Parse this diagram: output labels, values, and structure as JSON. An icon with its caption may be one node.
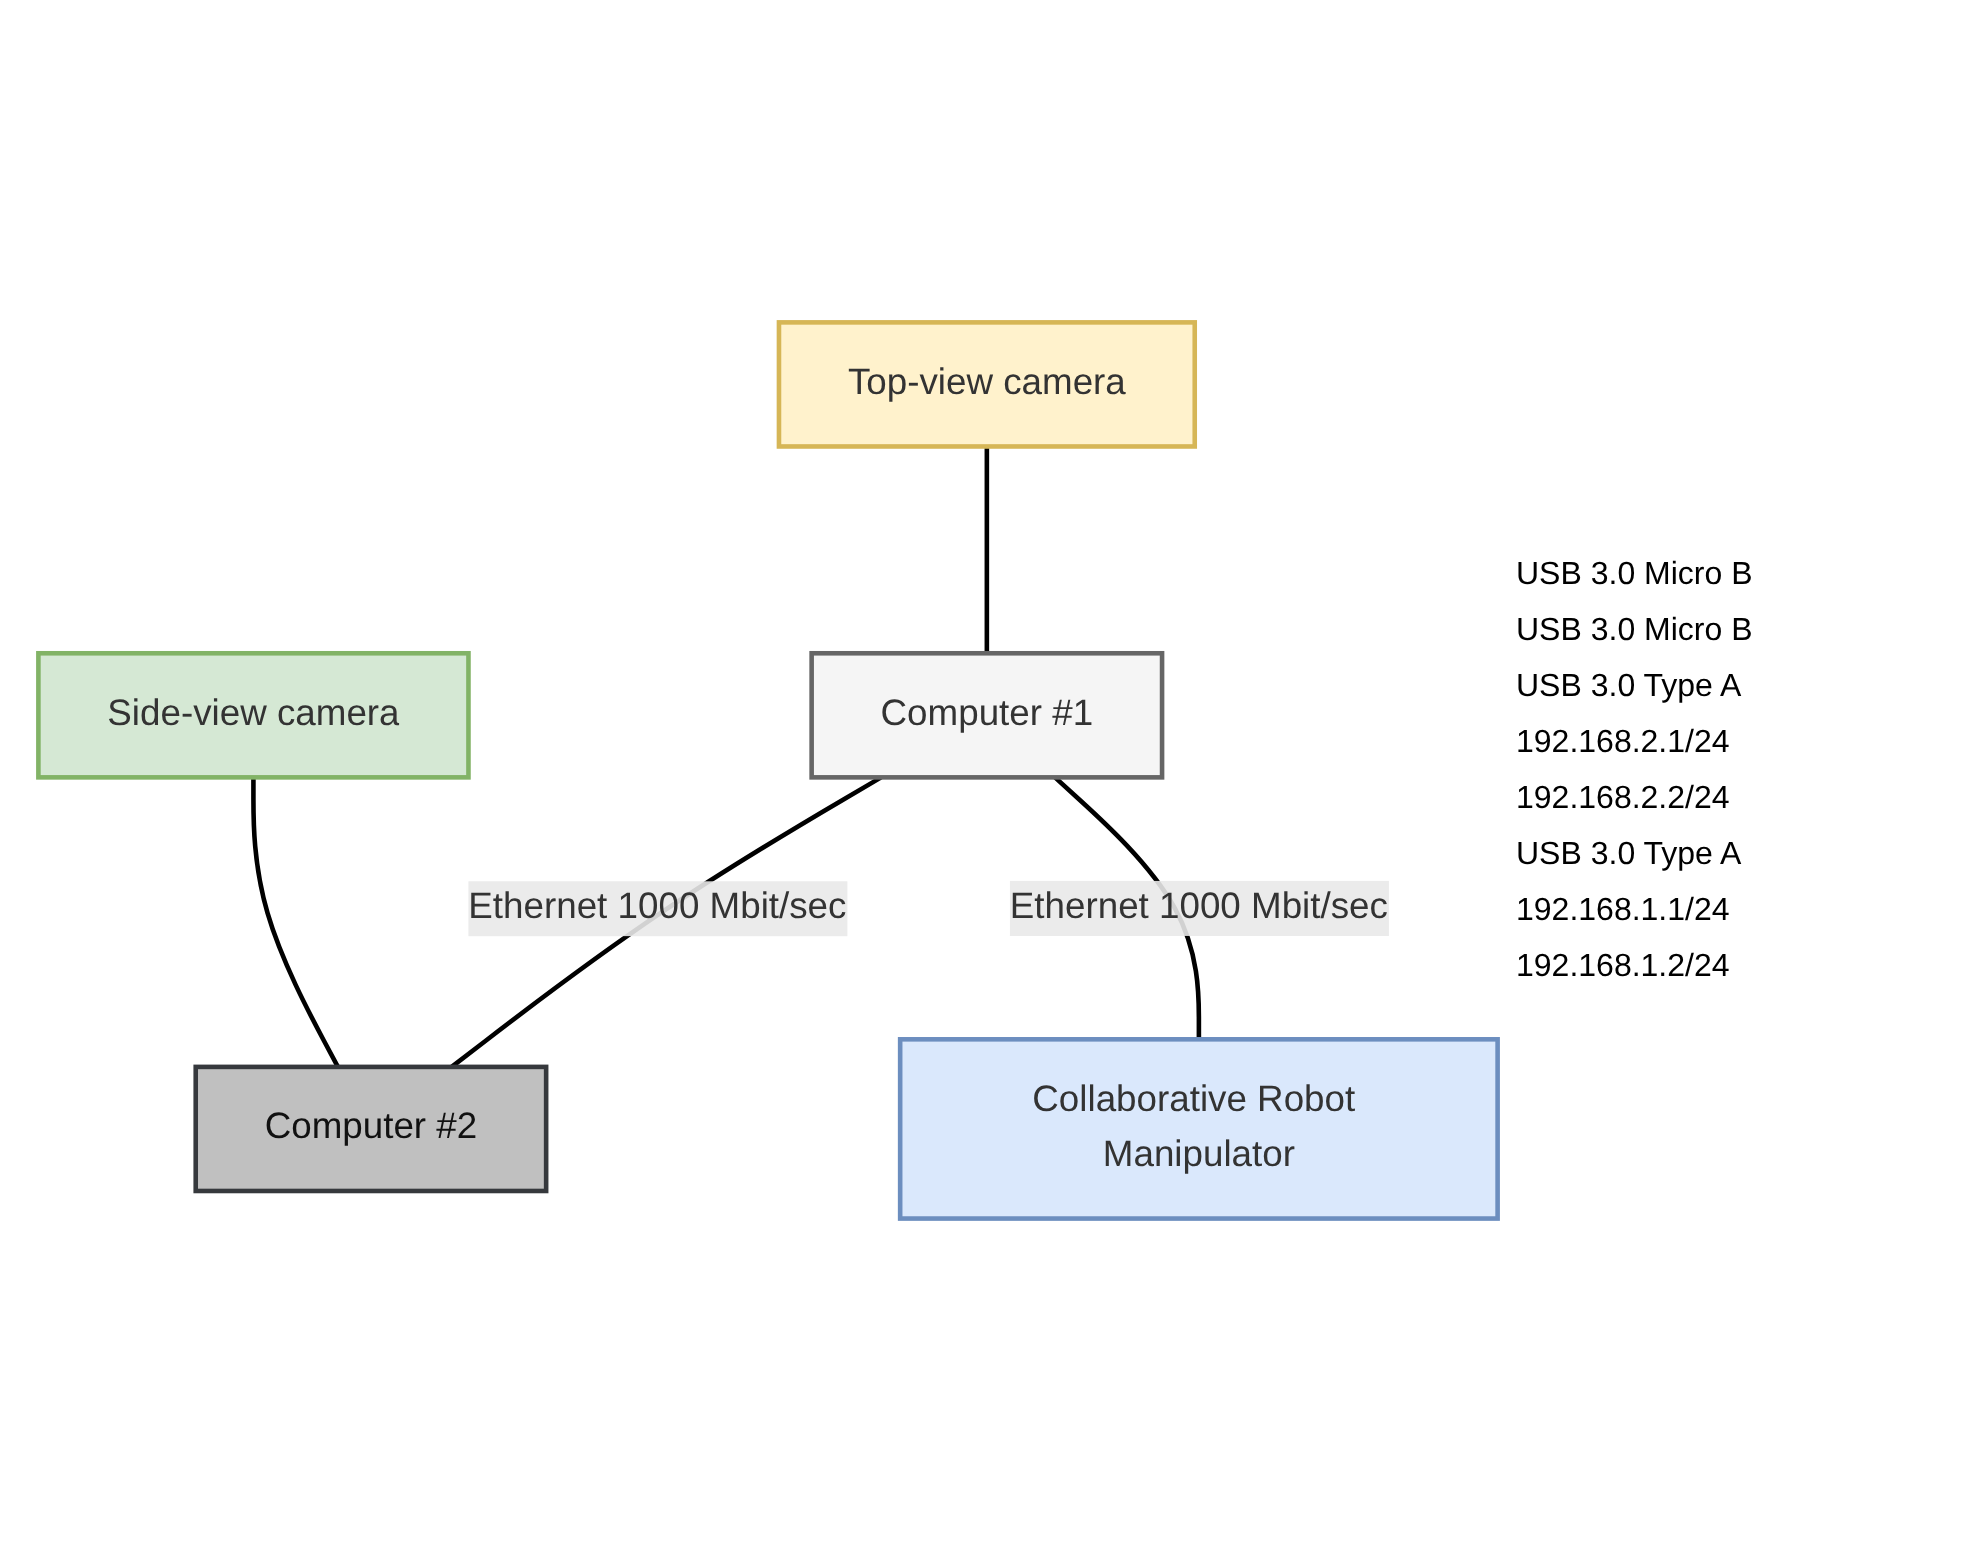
{
  "diagram": {
    "nodes": [
      {
        "text": [
          "Top-view camera"
        ]
      },
      {
        "text": [
          "Side-view camera"
        ]
      },
      {
        "text": [
          "Computer #1"
        ]
      },
      {
        "text": [
          "Computer #2"
        ]
      },
      {
        "text": [
          "Collaborative Robot Manipulator"
        ]
      }
    ],
    "edges": [
      {
        "from": 0,
        "to": 2,
        "arrow": "none"
      },
      {
        "from": 1,
        "to": 3,
        "arrow": "none"
      },
      {
        "from": 2,
        "to": 3,
        "arrow": "none",
        "label": "Ethernet 1000 Mbit/sec"
      },
      {
        "from": 2,
        "to": 4,
        "arrow": "none",
        "label": "Ethernet 1000 Mbit/sec"
      }
    ],
    "labels": [
      "USB 3.0 Micro B",
      "USB 3.0 Micro B",
      "USB 3.0 Type A",
      "192.168.2.1/24",
      "192.168.2.2/24",
      "USB 3.0 Type A",
      "192.168.1.1/24",
      "192.168.1.2/24"
    ]
  }
}
